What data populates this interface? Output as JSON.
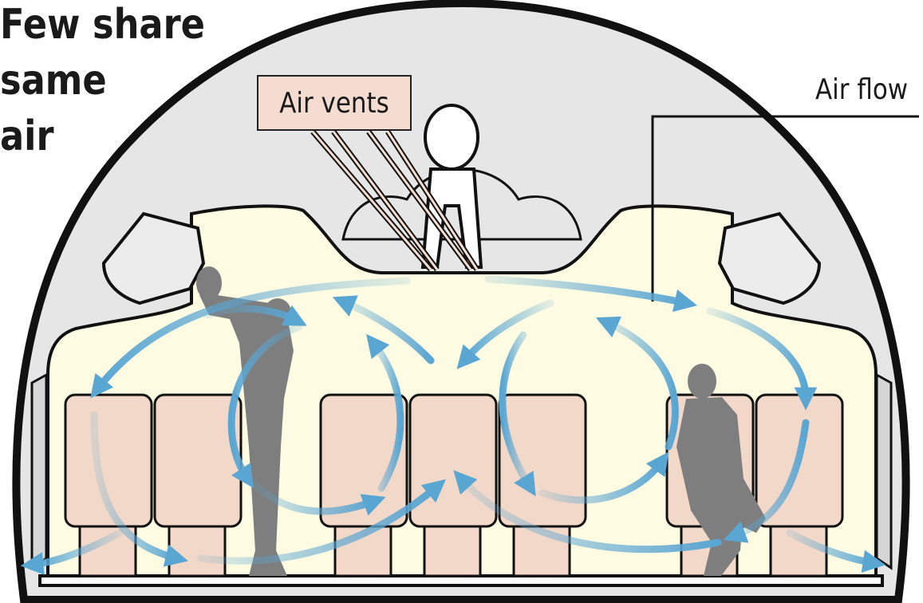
{
  "title": {
    "line1": "Few share",
    "line2": "same",
    "line3": "air"
  },
  "labels": {
    "air_vents": "Air vents",
    "air_flow": "Air flow"
  },
  "colors": {
    "cabin_outer": "#e6e6e6",
    "cabin_inner": "#fdfbe2",
    "seat": "#f1d8c8",
    "person": "#7e7e7e",
    "arrow": "#5aa6d3",
    "callout": "#f4ddd0"
  }
}
